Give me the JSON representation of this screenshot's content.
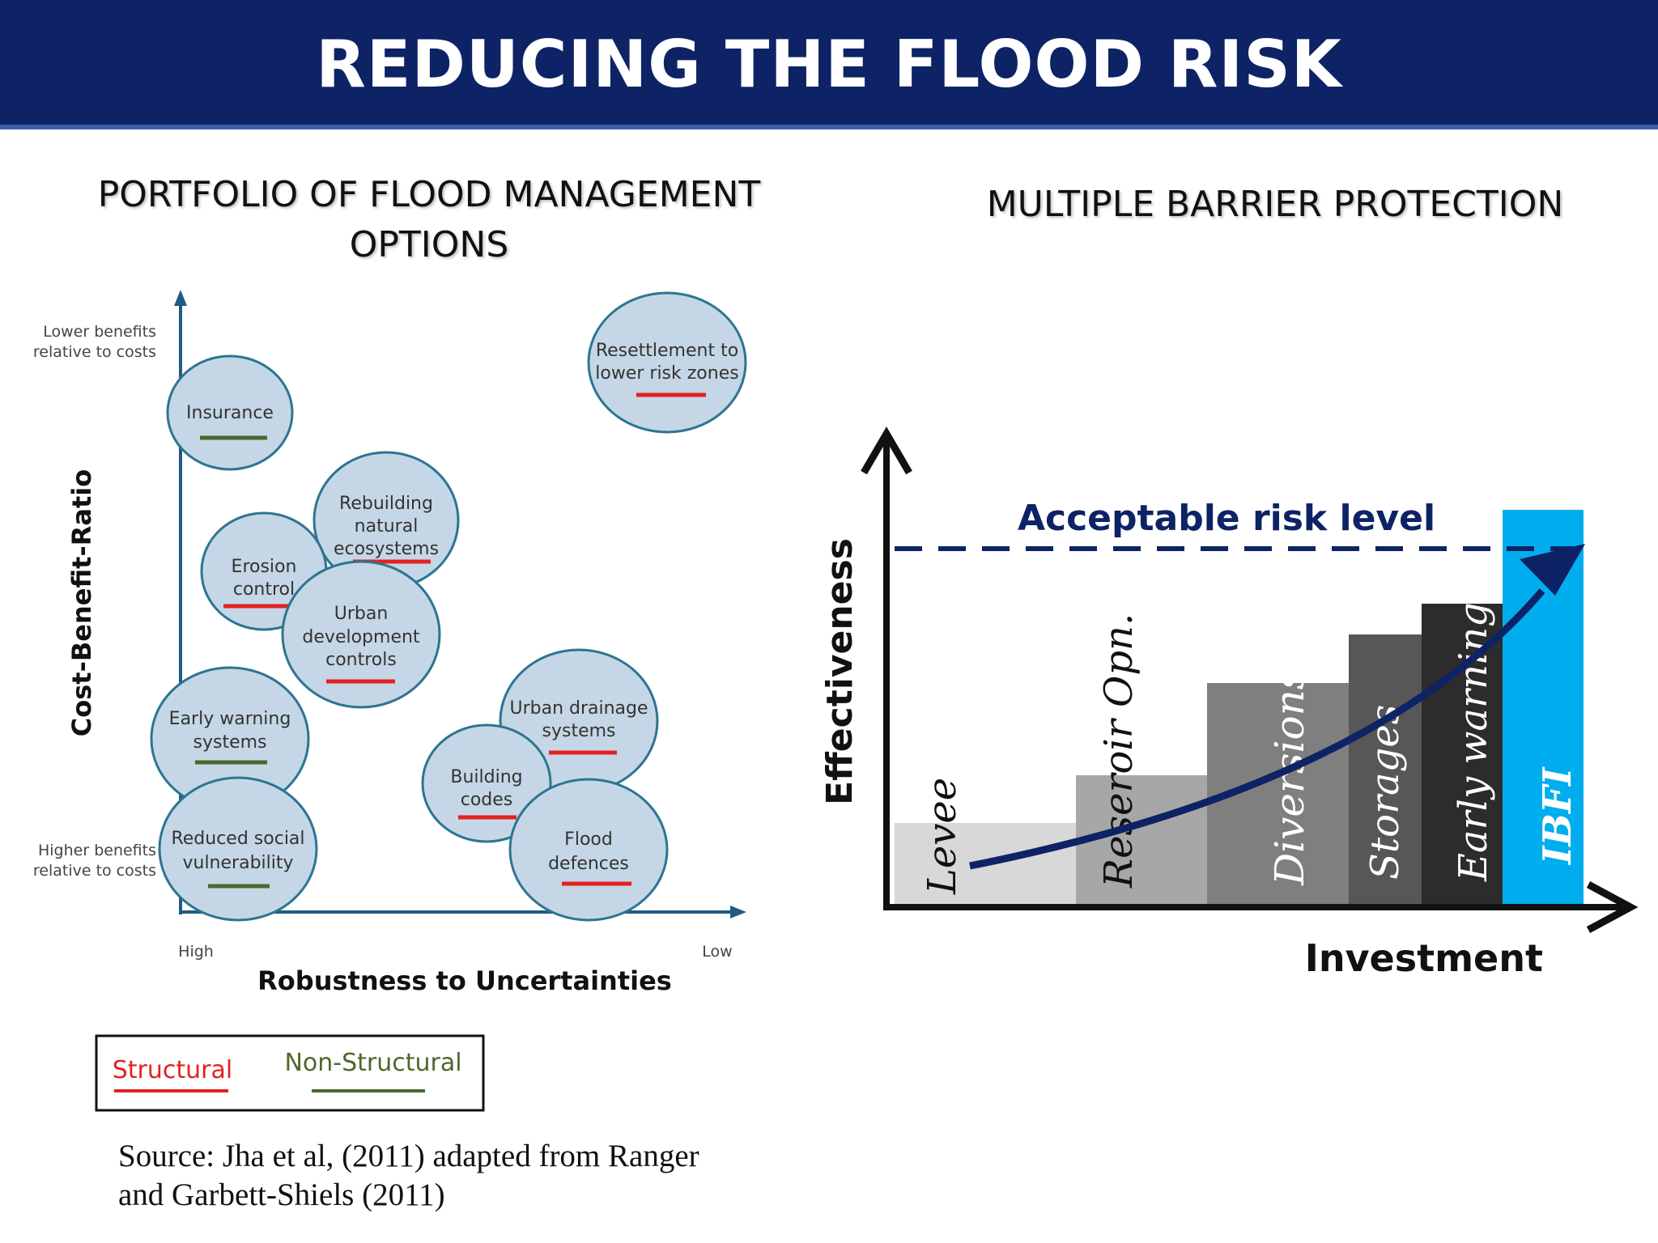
{
  "header": {
    "title": "REDUCING THE FLOOD RISK"
  },
  "portfolio": {
    "title": "PORTFOLIO OF FLOOD MANAGEMENT OPTIONS",
    "y_axis_label": "Cost-Benefit-Ratio",
    "y_top_label": [
      "Lower benefits",
      "relative to costs"
    ],
    "y_bottom_label": [
      "Higher benefits",
      "relative to costs"
    ],
    "x_axis_label": "Robustness to Uncertainties",
    "x_low_label": "High",
    "x_high_label": "Low",
    "options": [
      {
        "lines": [
          "Resettlement to",
          "lower risk zones"
        ],
        "type": "structural"
      },
      {
        "lines": [
          "Insurance"
        ],
        "type": "non-structural"
      },
      {
        "lines": [
          "Rebuilding",
          "natural",
          "ecosystems"
        ],
        "type": "structural"
      },
      {
        "lines": [
          "Erosion",
          "control"
        ],
        "type": "structural"
      },
      {
        "lines": [
          "Urban",
          "development",
          "controls"
        ],
        "type": "structural"
      },
      {
        "lines": [
          "Early warning",
          "systems"
        ],
        "type": "non-structural"
      },
      {
        "lines": [
          "Urban drainage",
          "systems"
        ],
        "type": "structural"
      },
      {
        "lines": [
          "Building",
          "codes"
        ],
        "type": "structural"
      },
      {
        "lines": [
          "Reduced social",
          "vulnerability"
        ],
        "type": "non-structural"
      },
      {
        "lines": [
          "Flood",
          "defences"
        ],
        "type": "structural"
      }
    ],
    "legend": {
      "structural": {
        "label": "Structural",
        "color": "#e32121"
      },
      "non_structural": {
        "label": "Non-Structural",
        "color": "#4a6a2a"
      }
    },
    "source_lines": [
      "Source: Jha et al, (2011) adapted from Ranger",
      "and Garbett-Shiels (2011)"
    ]
  },
  "barrier": {
    "title": "MULTIPLE BARRIER PROTECTION",
    "y_axis_label": "Effectiveness",
    "x_axis_label": "Investment",
    "acceptable_label": "Acceptable risk level",
    "barriers": [
      {
        "label": "Levee",
        "color": "#d8d8d8",
        "text_color": "#111111",
        "level": 0.26
      },
      {
        "label": "Reseroir Opn.",
        "color": "#a7a7a7",
        "text_color": "#111111",
        "level": 0.39
      },
      {
        "label": "Diversions",
        "color": "#7f7f7f",
        "text_color": "#ffffff",
        "level": 0.56
      },
      {
        "label": "Storages",
        "color": "#575757",
        "text_color": "#ffffff",
        "level": 0.68
      },
      {
        "label": "Early warning",
        "color": "#2c2c2c",
        "text_color": "#ffffff",
        "level": 0.76
      },
      {
        "label": "IBFI",
        "color": "#00aeef",
        "text_color": "#ffffff",
        "level": 1.0
      }
    ]
  }
}
